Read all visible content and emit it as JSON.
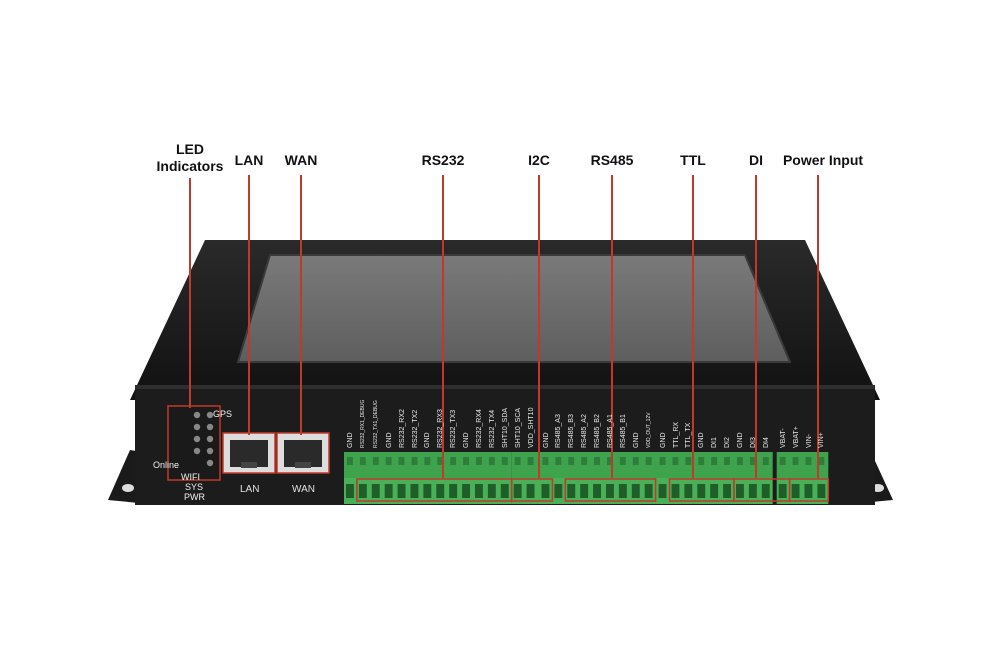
{
  "callouts": {
    "led": [
      "LED",
      "Indicators"
    ],
    "lan": "LAN",
    "wan": "WAN",
    "rs232": "RS232",
    "i2c": "I2C",
    "rs485": "RS485",
    "ttl": "TTL",
    "di": "DI",
    "power": "Power Input"
  },
  "device": {
    "led_labels": [
      "GPS",
      "Online",
      "WIFI",
      "SYS",
      "PWR"
    ],
    "port_labels": [
      "LAN",
      "WAN"
    ],
    "pins": [
      {
        "text": "GND",
        "small": false
      },
      {
        "text": "RS232_RX1_DEBUG",
        "small": true
      },
      {
        "text": "RS232_TX1_DEBUG",
        "small": true
      },
      {
        "text": "GND",
        "small": false
      },
      {
        "text": "RS232_RX2",
        "small": false
      },
      {
        "text": "RS232_TX2",
        "small": false
      },
      {
        "text": "GND",
        "small": false
      },
      {
        "text": "RS232_RX3",
        "small": false
      },
      {
        "text": "RS232_TX3",
        "small": false
      },
      {
        "text": "GND",
        "small": false
      },
      {
        "text": "RS232_RX4",
        "small": false
      },
      {
        "text": "RS232_TX4",
        "small": false
      },
      {
        "text": "SHT10_SDA",
        "small": false
      },
      {
        "text": "SHT10_SCA",
        "small": false
      },
      {
        "text": "VDD_SHT10",
        "small": false
      },
      {
        "text": "GND",
        "small": false
      },
      {
        "text": "RS485_A3",
        "small": false
      },
      {
        "text": "RS485_B3",
        "small": false
      },
      {
        "text": "RS485_A2",
        "small": false
      },
      {
        "text": "RS485_B2",
        "small": false
      },
      {
        "text": "RS485_A1",
        "small": false
      },
      {
        "text": "RS485_B1",
        "small": false
      },
      {
        "text": "GND",
        "small": false
      },
      {
        "text": "VDD_OUT_12V",
        "small": true
      },
      {
        "text": "GND",
        "small": false
      },
      {
        "text": "TTL_RX",
        "small": false
      },
      {
        "text": "TTL_TX",
        "small": false
      },
      {
        "text": "GND",
        "small": false
      },
      {
        "text": "DI1",
        "small": false
      },
      {
        "text": "DI2",
        "small": false
      },
      {
        "text": "GND",
        "small": false
      },
      {
        "text": "DI3",
        "small": false
      },
      {
        "text": "DI4",
        "small": false
      },
      {
        "text": "VBAT-",
        "small": false
      },
      {
        "text": "VBAT+",
        "small": false
      },
      {
        "text": "VIN-",
        "small": false
      },
      {
        "text": "VIN+",
        "small": false
      }
    ]
  },
  "colors": {
    "callout_line": "#c0392b",
    "terminal_green": "#3fa34d",
    "enclosure": "#1b1b1b",
    "screen": "#6e6e6e"
  }
}
